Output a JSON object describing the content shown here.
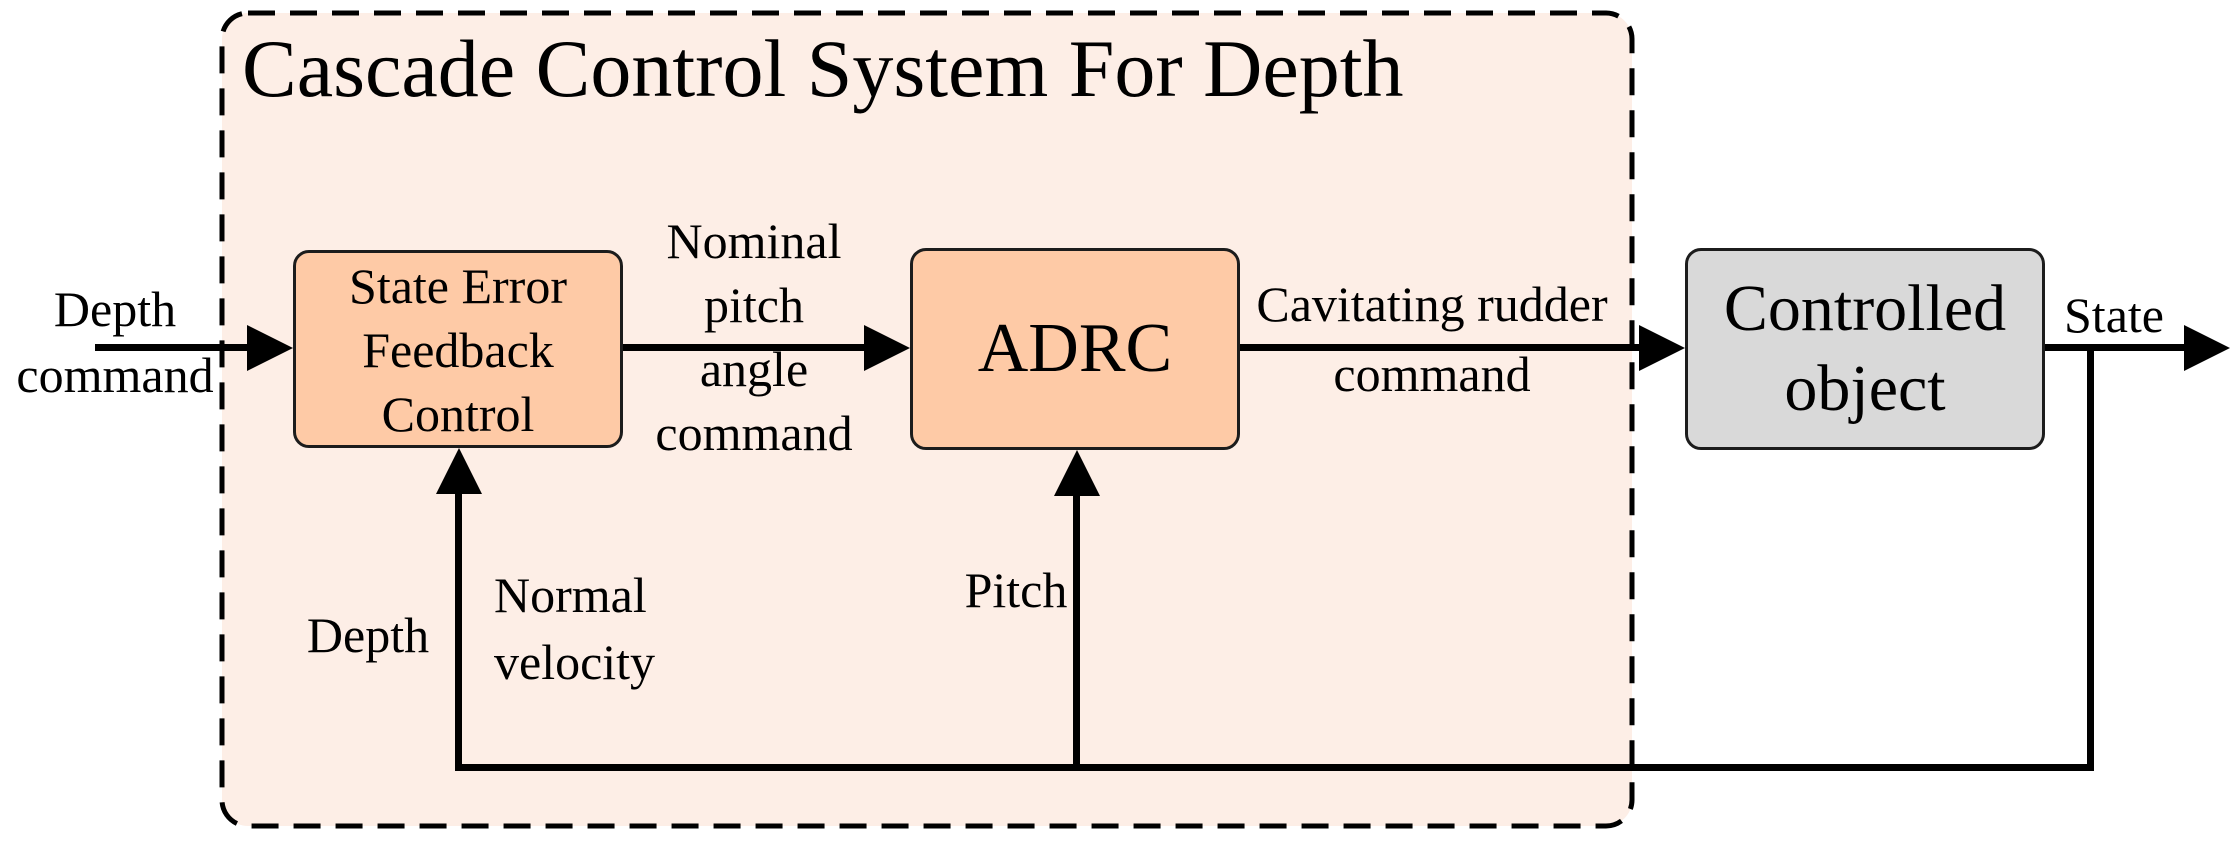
{
  "diagram": {
    "title": "Cascade Control System For Depth",
    "blocks": {
      "state_error_feedback": {
        "lines": [
          "State Error",
          "Feedback",
          "Control"
        ]
      },
      "adrc": {
        "label": "ADRC"
      },
      "controlled_object": {
        "lines": [
          "Controlled",
          "object"
        ]
      }
    },
    "labels": {
      "depth_command": {
        "lines": [
          "Depth",
          "command"
        ]
      },
      "nominal_pitch": {
        "lines": [
          "Nominal",
          "pitch",
          "angle",
          "command"
        ]
      },
      "cavitating_rudder": {
        "lines": [
          "Cavitating rudder",
          "command"
        ]
      },
      "state": "State",
      "depth_feedback": "Depth",
      "normal_velocity": {
        "lines": [
          "Normal",
          "velocity"
        ]
      },
      "pitch": "Pitch"
    },
    "colors": {
      "panel_fill": "#fdeee6",
      "panel_border": "#000000",
      "controller_block_fill": "#fecaa6",
      "plant_block_fill": "#d9d9d9",
      "block_border": "#1c1c1c",
      "arrow": "#000000"
    }
  }
}
